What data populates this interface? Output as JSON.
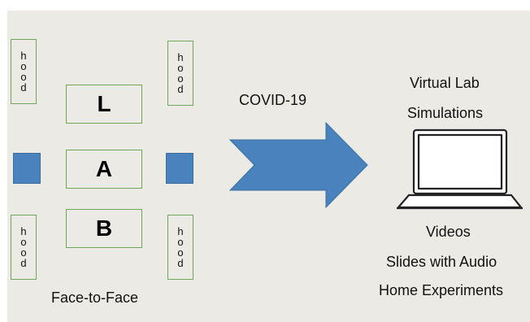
{
  "left_panel": {
    "hood_letters": [
      "h",
      "o",
      "o",
      "d"
    ],
    "benches": [
      "L",
      "A",
      "B"
    ],
    "caption": "Face-to-Face"
  },
  "arrow_label": "COVID-19",
  "right_panel": {
    "top_lines": [
      "Virtual Lab",
      "Simulations"
    ],
    "bottom_lines": [
      "Videos",
      "Slides with Audio",
      "Home Experiments"
    ]
  },
  "colors": {
    "background": "#ebeae5",
    "outline_green": "#6fa65a",
    "blue": "#4a82bd"
  }
}
